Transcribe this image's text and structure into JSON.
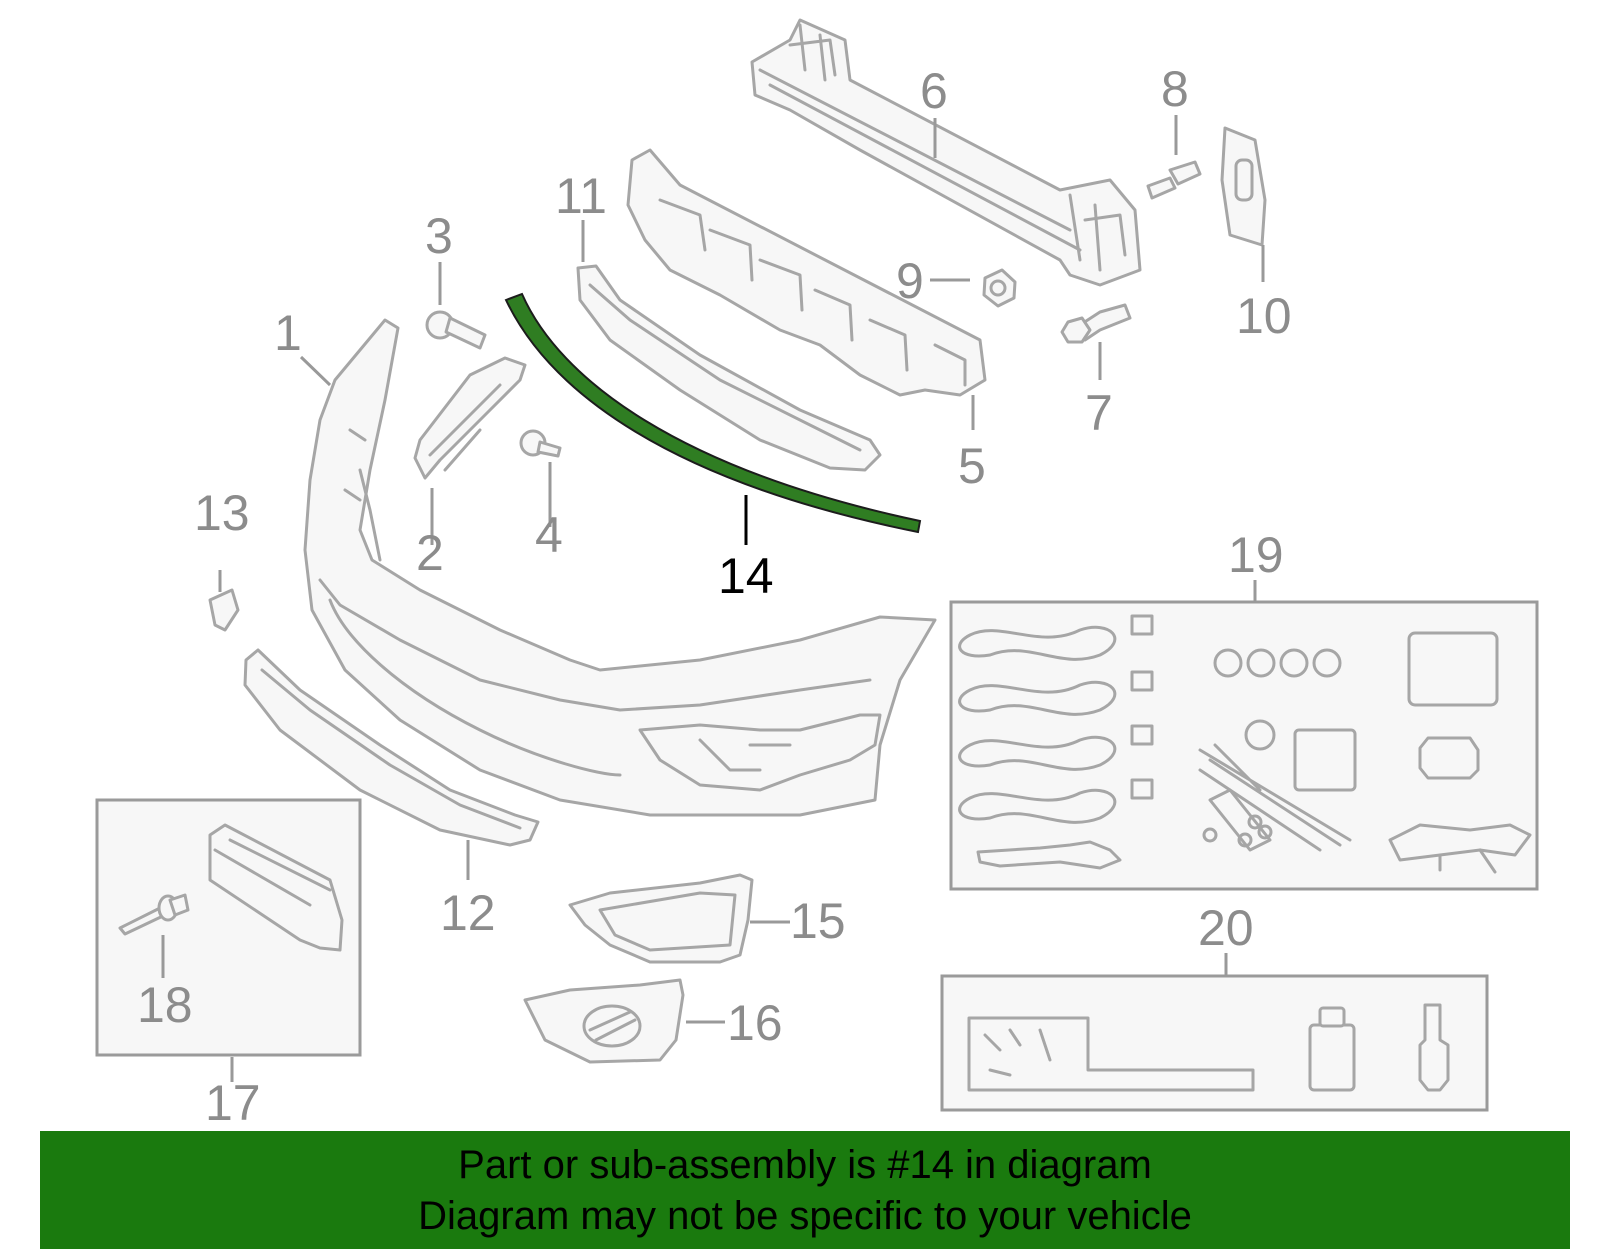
{
  "callouts": [
    {
      "id": "1",
      "label": "1"
    },
    {
      "id": "2",
      "label": "2"
    },
    {
      "id": "3",
      "label": "3"
    },
    {
      "id": "4",
      "label": "4"
    },
    {
      "id": "5",
      "label": "5"
    },
    {
      "id": "6",
      "label": "6"
    },
    {
      "id": "7",
      "label": "7"
    },
    {
      "id": "8",
      "label": "8"
    },
    {
      "id": "9",
      "label": "9"
    },
    {
      "id": "10",
      "label": "10"
    },
    {
      "id": "11",
      "label": "11"
    },
    {
      "id": "12",
      "label": "12"
    },
    {
      "id": "13",
      "label": "13"
    },
    {
      "id": "14",
      "label": "14"
    },
    {
      "id": "15",
      "label": "15"
    },
    {
      "id": "16",
      "label": "16"
    },
    {
      "id": "17",
      "label": "17"
    },
    {
      "id": "18",
      "label": "18"
    },
    {
      "id": "19",
      "label": "19"
    },
    {
      "id": "20",
      "label": "20"
    }
  ],
  "highlighted_part": "14",
  "colors": {
    "highlight_part": "#2f7d22",
    "banner": "#1a7a0e",
    "part_line": "#a6a6a6",
    "callout_text": "#8c8c8c"
  },
  "banner": {
    "line1": "Part or sub-assembly is #14 in diagram",
    "line2": "Diagram may not be specific to your vehicle"
  }
}
